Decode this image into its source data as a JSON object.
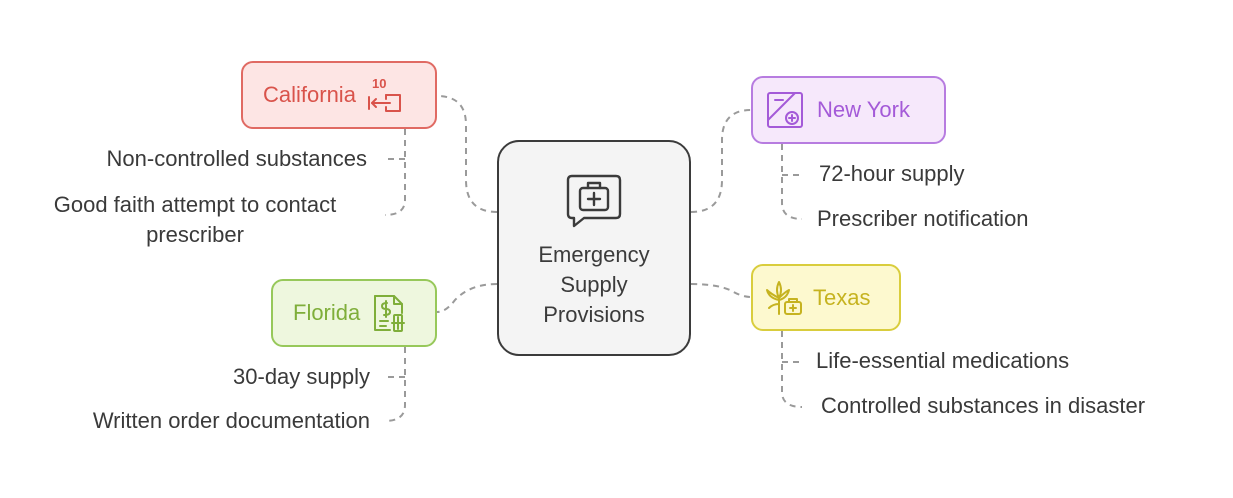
{
  "center": {
    "title": "Emergency Supply Provisions",
    "icon": "medical-chat-icon",
    "color": "#3b3b3b"
  },
  "branches": {
    "california": {
      "label": "California",
      "icon": "ten-day-return-icon",
      "icon_text": "10",
      "color": "#e06a63",
      "items": [
        "Non-controlled substances",
        "Good faith attempt to contact prescriber"
      ]
    },
    "new_york": {
      "label": "New York",
      "icon": "medical-tablet-icon",
      "color": "#b77ce0",
      "items": [
        "72-hour supply",
        "Prescriber notification"
      ]
    },
    "florida": {
      "label": "Florida",
      "icon": "medical-bill-icon",
      "color": "#97c85a",
      "items": [
        "30-day supply",
        "Written order documentation"
      ]
    },
    "texas": {
      "label": "Texas",
      "icon": "cannabis-medical-icon",
      "color": "#d9cd3d",
      "items": [
        "Life-essential medications",
        "Controlled substances in disaster"
      ]
    }
  }
}
